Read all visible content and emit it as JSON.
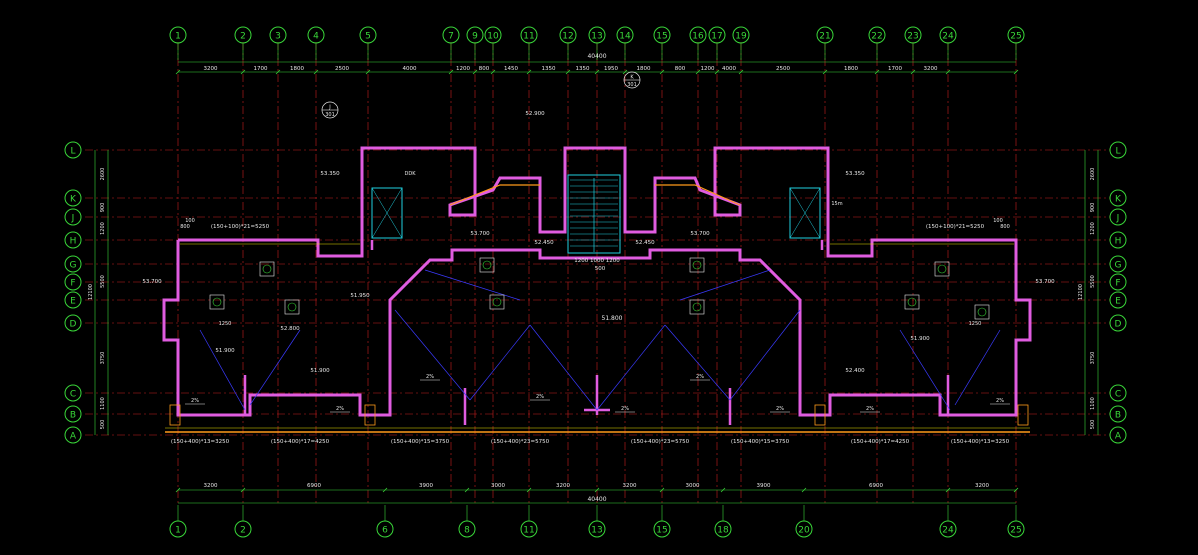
{
  "colors": {
    "background": "#000000",
    "axis": "#39d639",
    "grid_red": "#c81e1e",
    "wall": "#e05ce0",
    "text": "#e8e8e8",
    "yellow": "#e8e000",
    "cyan": "#20d0e0",
    "orange": "#ff9a1a",
    "blue": "#3a3aff"
  },
  "axes_top": [
    "1",
    "2",
    "3",
    "4",
    "5",
    "7",
    "9",
    "10",
    "11",
    "12",
    "13",
    "14",
    "15",
    "16",
    "17",
    "19",
    "21",
    "22",
    "23",
    "24",
    "25"
  ],
  "axes_bottom": [
    "1",
    "2",
    "6",
    "8",
    "11",
    "13",
    "15",
    "18",
    "20",
    "24",
    "25"
  ],
  "axes_left": [
    "L",
    "K",
    "J",
    "H",
    "G",
    "F",
    "E",
    "D",
    "C",
    "B",
    "A"
  ],
  "dims_top_row": [
    "3200",
    "1700",
    "1800",
    "2500",
    "4000",
    "1200",
    "800",
    "1450",
    "1350",
    "1350",
    "1950",
    "1800",
    "800",
    "1200",
    "4000",
    "2500",
    "1800",
    "1700",
    "3200"
  ],
  "dims_top_total": "40400",
  "dims_bottom_row": [
    "3200",
    "6900",
    "3900",
    "3000",
    "3200",
    "3200",
    "3000",
    "3900",
    "6900",
    "3200"
  ],
  "dims_bottom_total": "40400",
  "dims_left": [
    "2600",
    "900",
    "1200",
    "5500",
    "3750",
    "1100",
    "500",
    "12100"
  ],
  "labels": {
    "elev_1": "51.800",
    "elev_2": "51.900",
    "elev_3": "52.450",
    "elev_4": "53.350",
    "elev_5": "53.700",
    "elev_6": "52.800",
    "elev_7": "52.400",
    "elev_8": "51.950",
    "elev_9": "52.900",
    "stair_note": "1200 1000 1200",
    "bottom_a": "(150+400)*13=3250",
    "bottom_b": "(150+400)*17=4250",
    "bottom_c": "(150+400)*15=3750",
    "bottom_d": "(150+400)*23=5750",
    "bottom_e": "(150+400)*23=5750",
    "bottom_f": "(150+400)*15=3750",
    "bottom_g": "(150+400)*17=4250",
    "bottom_h": "(150+400)*13=3250",
    "top_note_l": "(150+100)*21=5250",
    "top_note_r": "(150+100)*21=5250",
    "section_1": "301",
    "section_2": "301",
    "section_j": "J",
    "section_k": "K",
    "pct": "2%",
    "room_500": "500",
    "dim_100": "100",
    "dim_800": "800",
    "dim_1250": "1250",
    "m2": "15m",
    "ddk": "DDK"
  }
}
